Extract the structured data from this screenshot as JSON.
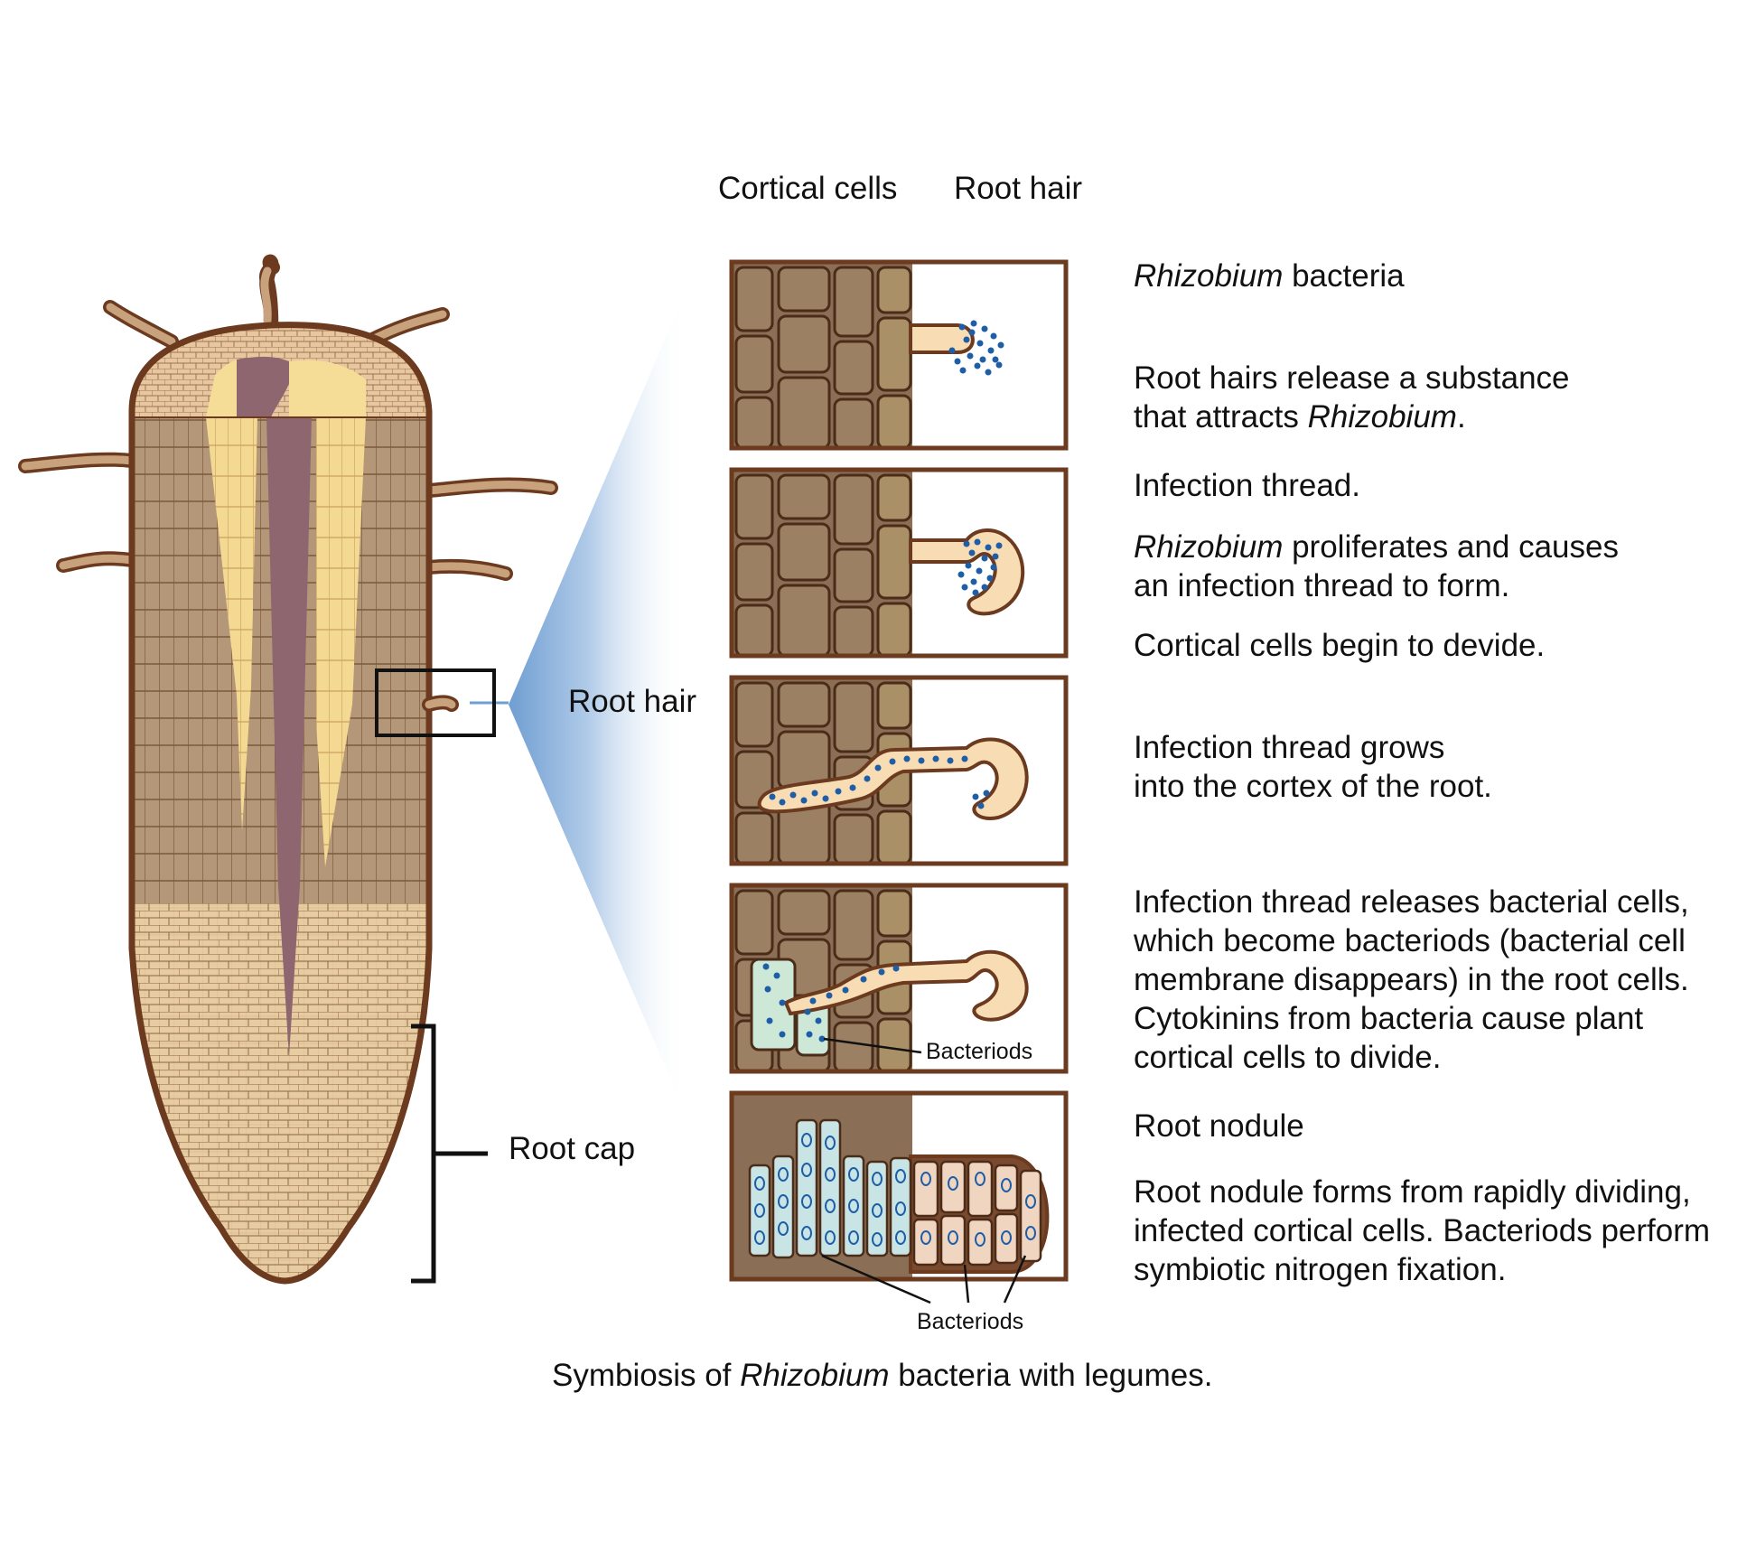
{
  "headers": {
    "cortical_cells": "Cortical cells",
    "root_hair": "Root hair"
  },
  "root_labels": {
    "root_hair": "Root hair",
    "root_cap": "Root cap"
  },
  "panel_labels": {
    "bacteriods_4": "Bacteriods",
    "bacteriods_5": "Bacteriods"
  },
  "steps": [
    {
      "title_italic": "Rhizobium",
      "title_rest": " bacteria",
      "desc_1": "Root hairs release a substance",
      "desc_2_pre": "that attracts ",
      "desc_2_italic": "Rhizobium",
      "desc_2_post": "."
    },
    {
      "title": "Infection thread.",
      "desc_1_italic": "Rhizobium",
      "desc_1_rest": " proliferates and causes",
      "desc_2": "an infection thread to form.",
      "desc_3": "Cortical cells begin to devide."
    },
    {
      "desc_1": "Infection thread grows",
      "desc_2": "into the cortex of the root."
    },
    {
      "lines": [
        "Infection thread releases bacterial cells,",
        "which become bacteriods (bacterial cell",
        "membrane disappears) in the root cells.",
        "Cytokinins from bacteria cause plant",
        "cortical cells to divide."
      ]
    },
    {
      "title": "Root nodule",
      "lines": [
        "Root nodule forms from rapidly dividing,",
        "infected cortical cells.  Bacteriods perform",
        "symbiotic nitrogen fixation."
      ]
    }
  ],
  "caption": {
    "pre": "Symbiosis of ",
    "italic": "Rhizobium",
    "post": " bacteria with legumes."
  },
  "colors": {
    "outline": "#6b3a1f",
    "cell_dark": "#8a6e55",
    "cell_mid": "#a8916f",
    "root_body": "#b89b7c",
    "root_cap": "#f1d7b0",
    "vascular_yellow": "#f5dc97",
    "vascular_purple": "#8e6670",
    "hair": "#f7dcb4",
    "bacteria": "#1e5ea8",
    "bacteroid_cell": "#cde8d6",
    "nodule_cell": "#c9e4e4",
    "zoom_blue": "#6e9fd2"
  }
}
